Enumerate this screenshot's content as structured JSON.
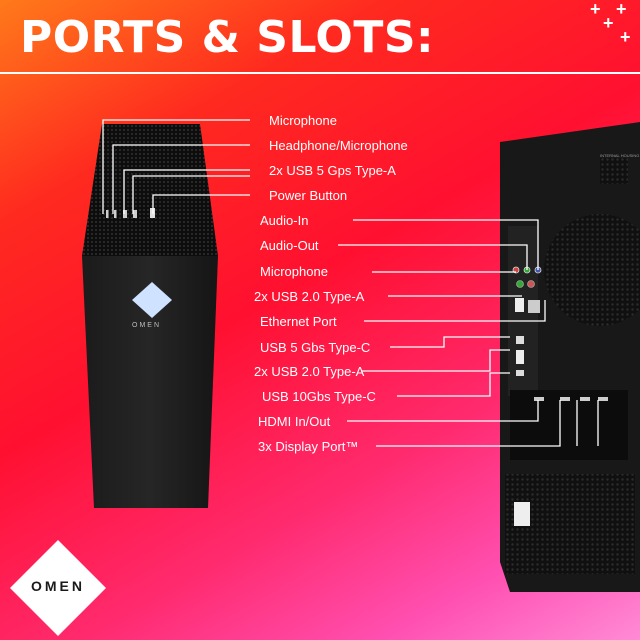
{
  "header": {
    "title": "PORTS & SLOTS:"
  },
  "decor": {
    "plus_signs": [
      "+",
      "+",
      "+",
      "+"
    ]
  },
  "front_labels": [
    "Microphone",
    "Headphone/Microphone",
    "2x USB 5 Gps Type-A",
    "Power Button"
  ],
  "rear_labels": [
    "Audio-In",
    "Audio-Out",
    "Microphone",
    "2x USB 2.0 Type-A",
    "Ethernet Port",
    "USB 5 Gbs Type-C",
    "2x USB 2.0 Type-A",
    "USB 10Gbs Type-C",
    "HDMI In/Out",
    "3x Display Port™"
  ],
  "product": {
    "front_logo_text": "OMEN",
    "badge_text": "OMEN"
  },
  "colors": {
    "accent_white": "#ffffff",
    "case_black": "#141414",
    "logo_glow": "#cfe2ff"
  }
}
